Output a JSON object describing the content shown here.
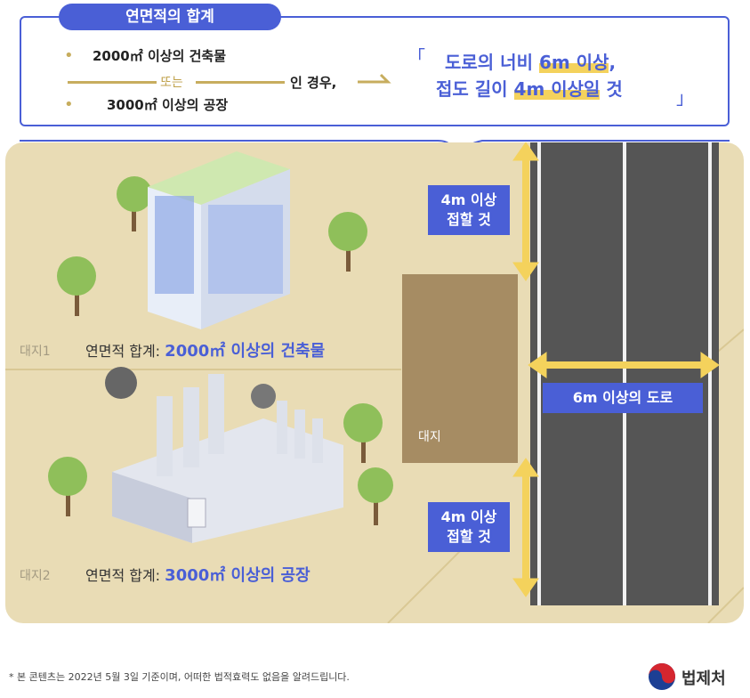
{
  "header": {
    "title": "연면적의 합계",
    "condition1": "2000㎡ 이상의 건축물",
    "or_text": "또는",
    "condition2": "3000㎡ 이상의 공장",
    "case_text": "인 경우,",
    "result_line1_pre": "도로의 너비 ",
    "result_line1_hl": "6m 이상",
    "result_line1_post": ",",
    "result_line2_pre": "접도 길이 ",
    "result_line2_hl": "4m 이상일",
    "result_line2_post": " 것",
    "open_bracket": "「",
    "close_bracket": "」"
  },
  "scene": {
    "lot1_number": "대지1",
    "lot1_prefix": "연면적 합계: ",
    "lot1_value": "2000㎡ 이상의 건축물",
    "lot2_number": "대지2",
    "lot2_prefix": "연면적 합계: ",
    "lot2_value": "3000㎡ 이상의 공장",
    "site_label": "대지",
    "frontage_top": [
      "4m 이상",
      "접할 것"
    ],
    "frontage_bottom": [
      "4m 이상",
      "접할 것"
    ],
    "road_label": "6m 이상의 도로"
  },
  "footer": {
    "note": "* 본 콘텐츠는 2022년 5월 3일 기준이며, 어떠한 법적효력도 없음을 알려드립니다.",
    "logo_text": "법제처"
  },
  "colors": {
    "accent": "#4a5fd6",
    "gold": "#c7ad5e",
    "highlight": "#f4d25c",
    "ground": "#e9dcb5",
    "road": "#555555"
  }
}
